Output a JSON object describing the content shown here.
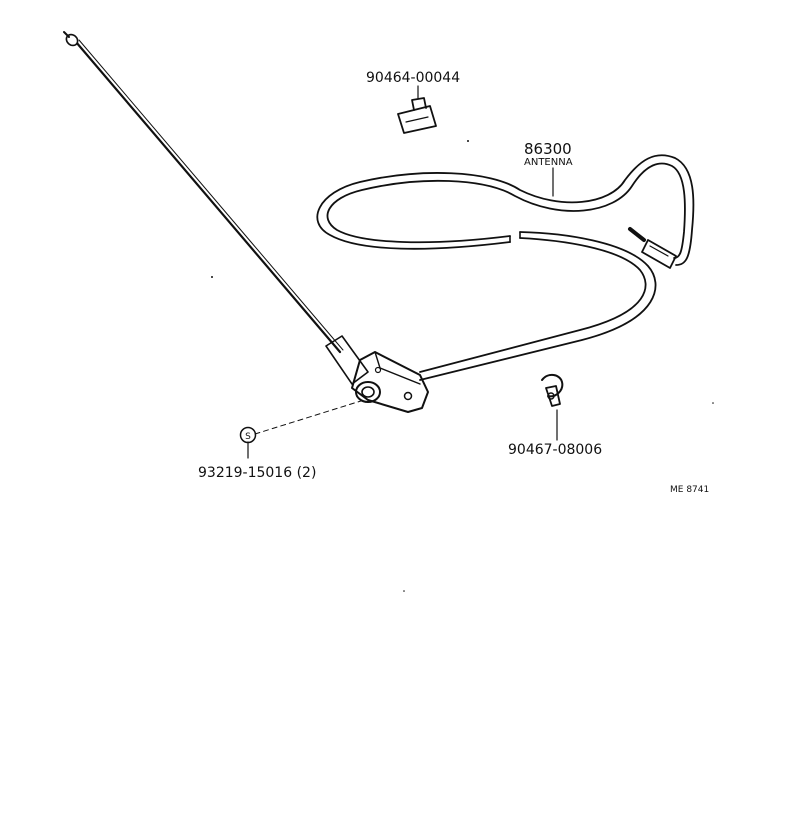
{
  "parts": {
    "antenna_number": "86300",
    "antenna_name": "ANTENNA",
    "clip_upper": "90464-00044",
    "clamp_lower": "90467-08006",
    "screw": "93219-15016 (2)",
    "screw_symbol": "S"
  },
  "figure_code": "ME 8741",
  "colors": {
    "ink": "#111111",
    "background": "#ffffff"
  }
}
